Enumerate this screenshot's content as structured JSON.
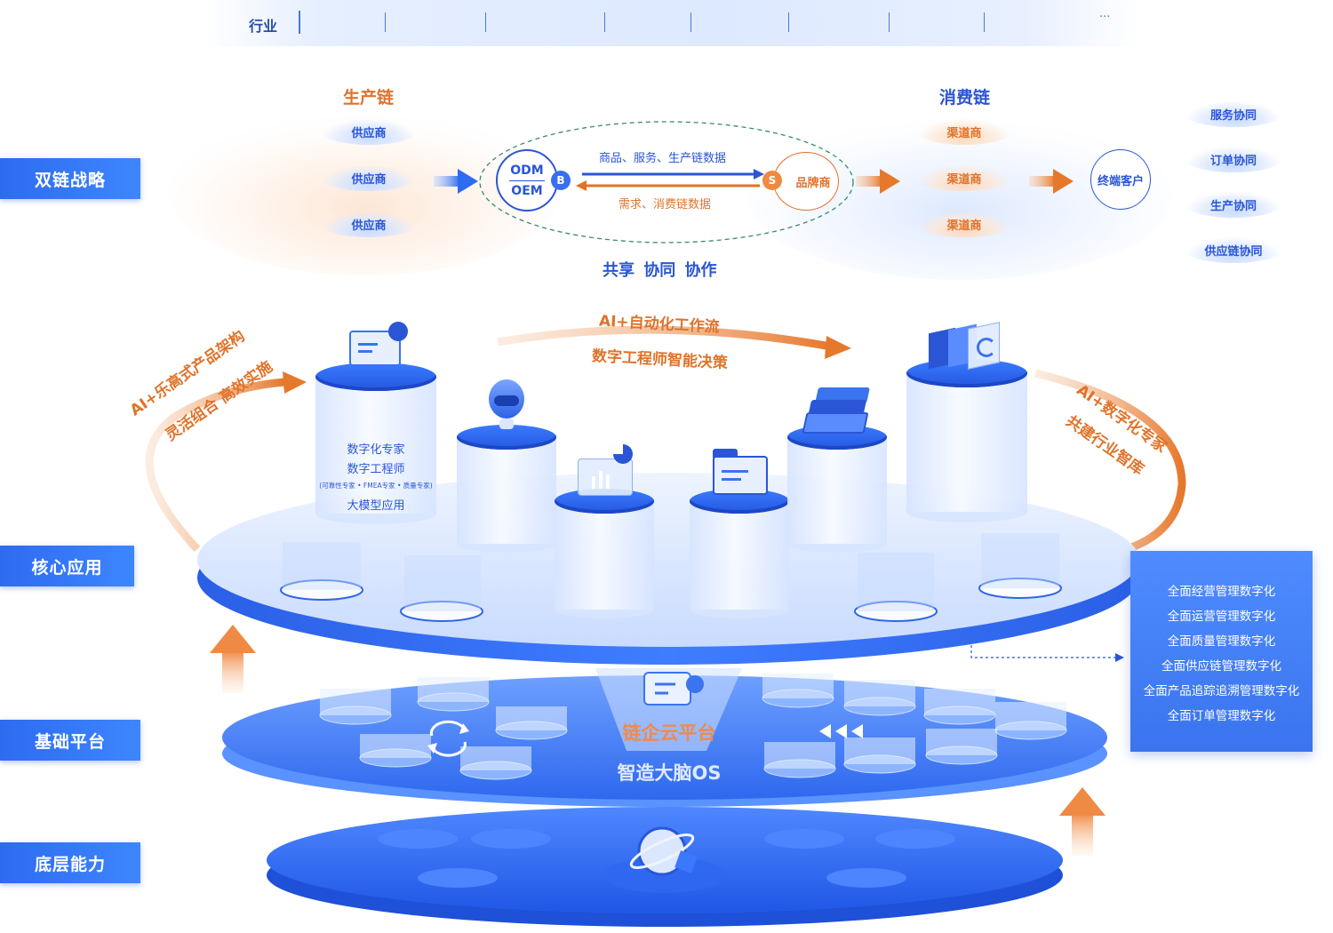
{
  "industry": {
    "label": "行业",
    "more": "···"
  },
  "layers": {
    "dual_chain": "双链战略",
    "core_app": "核心应用",
    "base_platform": "基础平台",
    "bottom": "底层能力"
  },
  "production_chain": {
    "title": "生产链",
    "suppliers": [
      "供应商",
      "供应商",
      "供应商"
    ],
    "odm": "ODM",
    "oem": "OEM",
    "badge_b": "B"
  },
  "consumption_chain": {
    "title": "消费链",
    "channels": [
      "渠道商",
      "渠道商",
      "渠道商"
    ],
    "brand": "品牌商",
    "badge_s": "S",
    "end_customer": "终端客户"
  },
  "flows": {
    "forward": "商品、服务、生产链数据",
    "backward": "需求、消费链数据",
    "slogan": "共享 协同 协作"
  },
  "collaboration": [
    "服务协同",
    "订单协同",
    "生产协同",
    "供应链协同"
  ],
  "core": {
    "workflow_line1": "AI+自动化工作流",
    "workflow_line2": "数字工程师智能决策",
    "left_arc_line1": "AI+乐高式产品架构",
    "left_arc_line2": "灵活组合 高效实施",
    "right_arc_line1": "AI+数字化专家",
    "right_arc_line2": "共建行业智库",
    "pillar_text": [
      "数字化专家",
      "数字工程师",
      "(可靠性专家 • FMEA专家 • 质量专家)",
      "大模型应用"
    ]
  },
  "digitalization": [
    "全面经营管理数字化",
    "全面运营管理数字化",
    "全面质量管理数字化",
    "全面供应链管理数字化",
    "全面产品追踪追溯管理数字化",
    "全面订单管理数字化"
  ],
  "platform": {
    "name": "链企云平台",
    "os": "智造大脑OS"
  },
  "colors": {
    "blue": "#2a56d6",
    "orange": "#e0732a"
  }
}
